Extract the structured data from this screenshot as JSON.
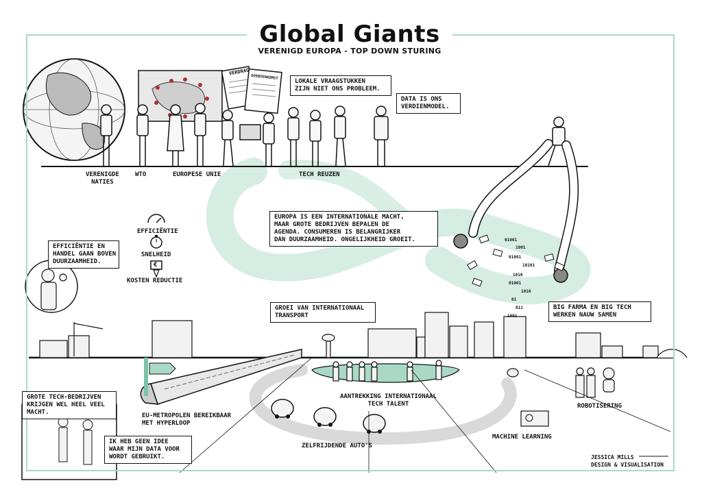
{
  "header": {
    "title": "Global Giants",
    "subtitle": "VERENIGD EUROPA  - TOP DOWN STURING"
  },
  "top_labels": {
    "un": "VERENIGDE\nNATIES",
    "wto": "WTO",
    "eu": "EUROPESE UNIE",
    "tech": "TECH REUZEN"
  },
  "documents": {
    "treaty": "VERDRAG",
    "agreement": "OVEREENKOMST"
  },
  "bubbles": {
    "local": "LOKALE VRAAGSTUKKEN\nZIJN NIET ONS PROBLEEM.",
    "data": "DATA IS ONS\nVERDIENMODEL.",
    "europe": "EUROPA IS EEN INTERNATIONALE MACHT,\nMAAR GROTE BEDRIJVEN BEPALEN DE\nAGENDA. CONSUMEREN IS BELANGRIJKER\nDAN DUURZAAMHEID. ONGELIJKHEID GROEIT.",
    "efficiency": "EFFICIËNTIE EN\nHANDEL GAAN BOVEN\nDUURZAAMHEID.",
    "transport": "GROEI VAN INTERNATIONAAL\nTRANSPORT",
    "pharma": "BIG FARMA EN BIG TECH\nWERKEN NAUW SAMEN",
    "techpower": "GROTE TECH-BEDRIJVEN\nKRIJGEN WEL HEEL VEEL\nMACHT.",
    "nodata": "IK HEB GEEN IDEE\nWAAR MIJN DATA VOOR\nWORDT GEBRUIKT."
  },
  "metrics": {
    "efficiency": "EFFICIËNTIE",
    "speed": "SNELHEID",
    "cost": "KOSTEN REDUCTIE",
    "currency": "€"
  },
  "bottom_labels": {
    "hyperloop": "EU-METROPOLEN BEREIKBAAR\nMET HYPERLOOP",
    "talent": "AANTREKKING INTERNATIONAAL\nTECH TALENT",
    "cars": "ZELFRIJDENDE AUTO'S",
    "ml": "MACHINE LEARNING",
    "robot": "ROBOTISERING"
  },
  "binary": [
    "01001",
    "1001",
    "01001",
    "10101",
    "1010",
    "01001",
    "1010",
    "01",
    "011",
    "1001"
  ],
  "credit": {
    "name": "JESSICA MILLS",
    "role": "DESIGN & VISUALISATION"
  },
  "colors": {
    "accent": "#a9d9c6",
    "accent_dark": "#7cc3a8",
    "ink": "#111111",
    "road": "#d9d9d9"
  }
}
